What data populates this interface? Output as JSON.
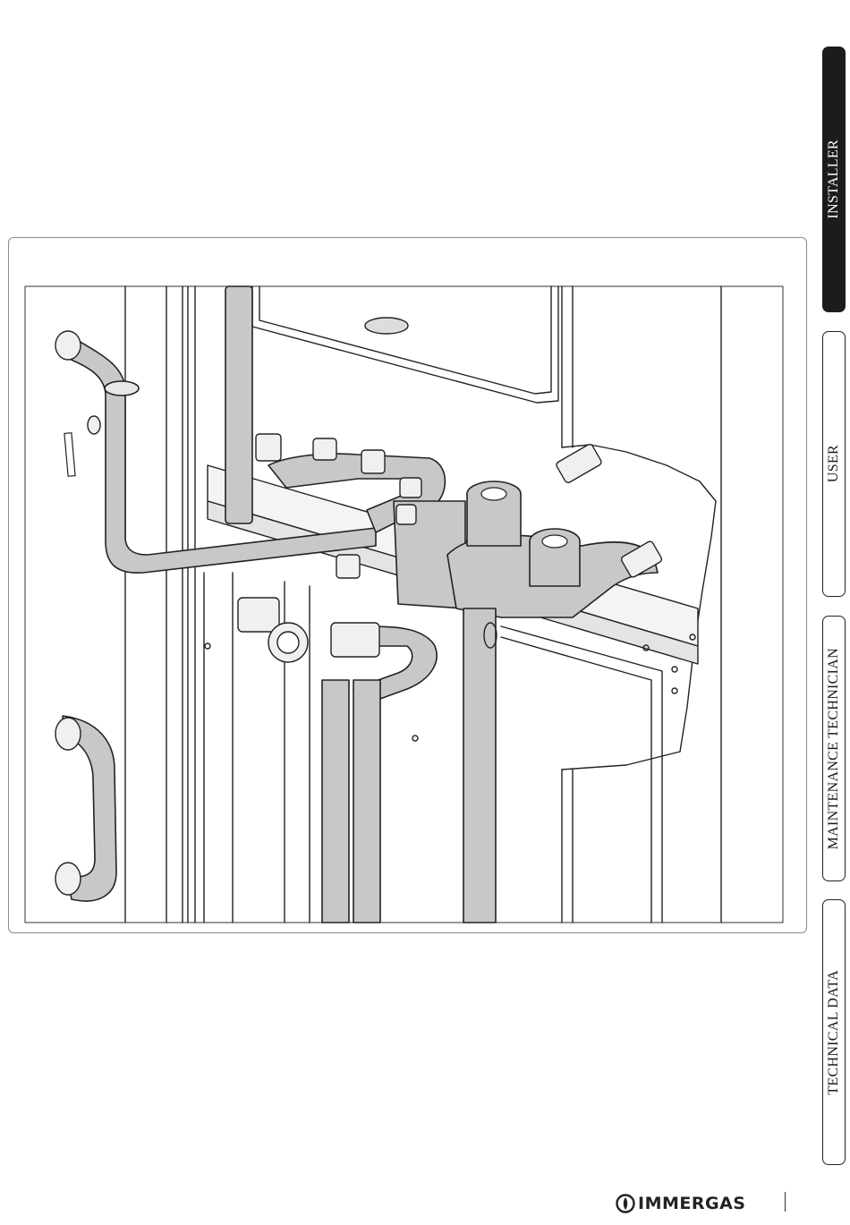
{
  "side_tabs": [
    {
      "label": "INSTALLER",
      "active": true
    },
    {
      "label": "USER",
      "active": false
    },
    {
      "label": "MAINTENANCE TECHNICIAN",
      "active": false
    },
    {
      "label": "TECHNICAL DATA",
      "active": false
    }
  ],
  "brand": {
    "name": "IMMERGAS"
  },
  "colors": {
    "pipe_fill": "#c8c8c8",
    "line": "#222222",
    "active_tab": "#1c1c1c"
  }
}
